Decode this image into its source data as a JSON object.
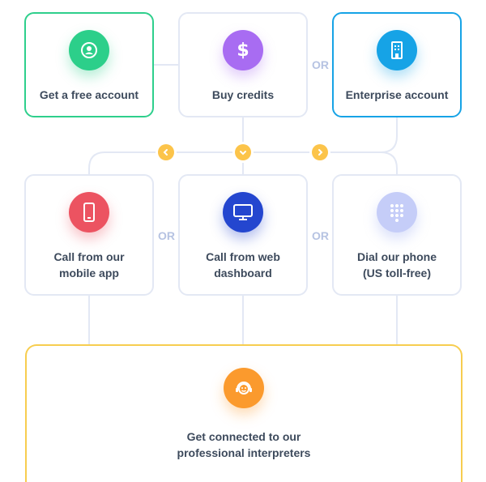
{
  "top_row": [
    {
      "label": "Get a free account",
      "icon": "user-icon",
      "color": "#2ccf8a",
      "highlight": "#2ecf8c"
    },
    {
      "label": "Buy credits",
      "icon": "dollar-icon",
      "color": "#a86cf2",
      "highlight": ""
    },
    {
      "label": "Enterprise account",
      "icon": "building-icon",
      "color": "#16a3e6",
      "highlight": "#16a3e6"
    }
  ],
  "middle_row": [
    {
      "label": "Call from our\nmobile app",
      "icon": "phone-icon",
      "color": "#ec5361"
    },
    {
      "label": "Call from web\ndashboard",
      "icon": "monitor-icon",
      "color": "#2446cf"
    },
    {
      "label": "Dial our phone\n(US toll-free)",
      "icon": "dialpad-icon",
      "color": "#c5cdf8"
    }
  ],
  "or_labels": [
    "OR",
    "OR",
    "OR"
  ],
  "bottom": {
    "label": "Get connected to our\nprofessional interpreters",
    "icon": "headset-smile-icon",
    "color": "#fb9a2d",
    "border": "#f7cd4f"
  },
  "chevron_color": "#fcc44a",
  "line_color": "#e3e8f4"
}
